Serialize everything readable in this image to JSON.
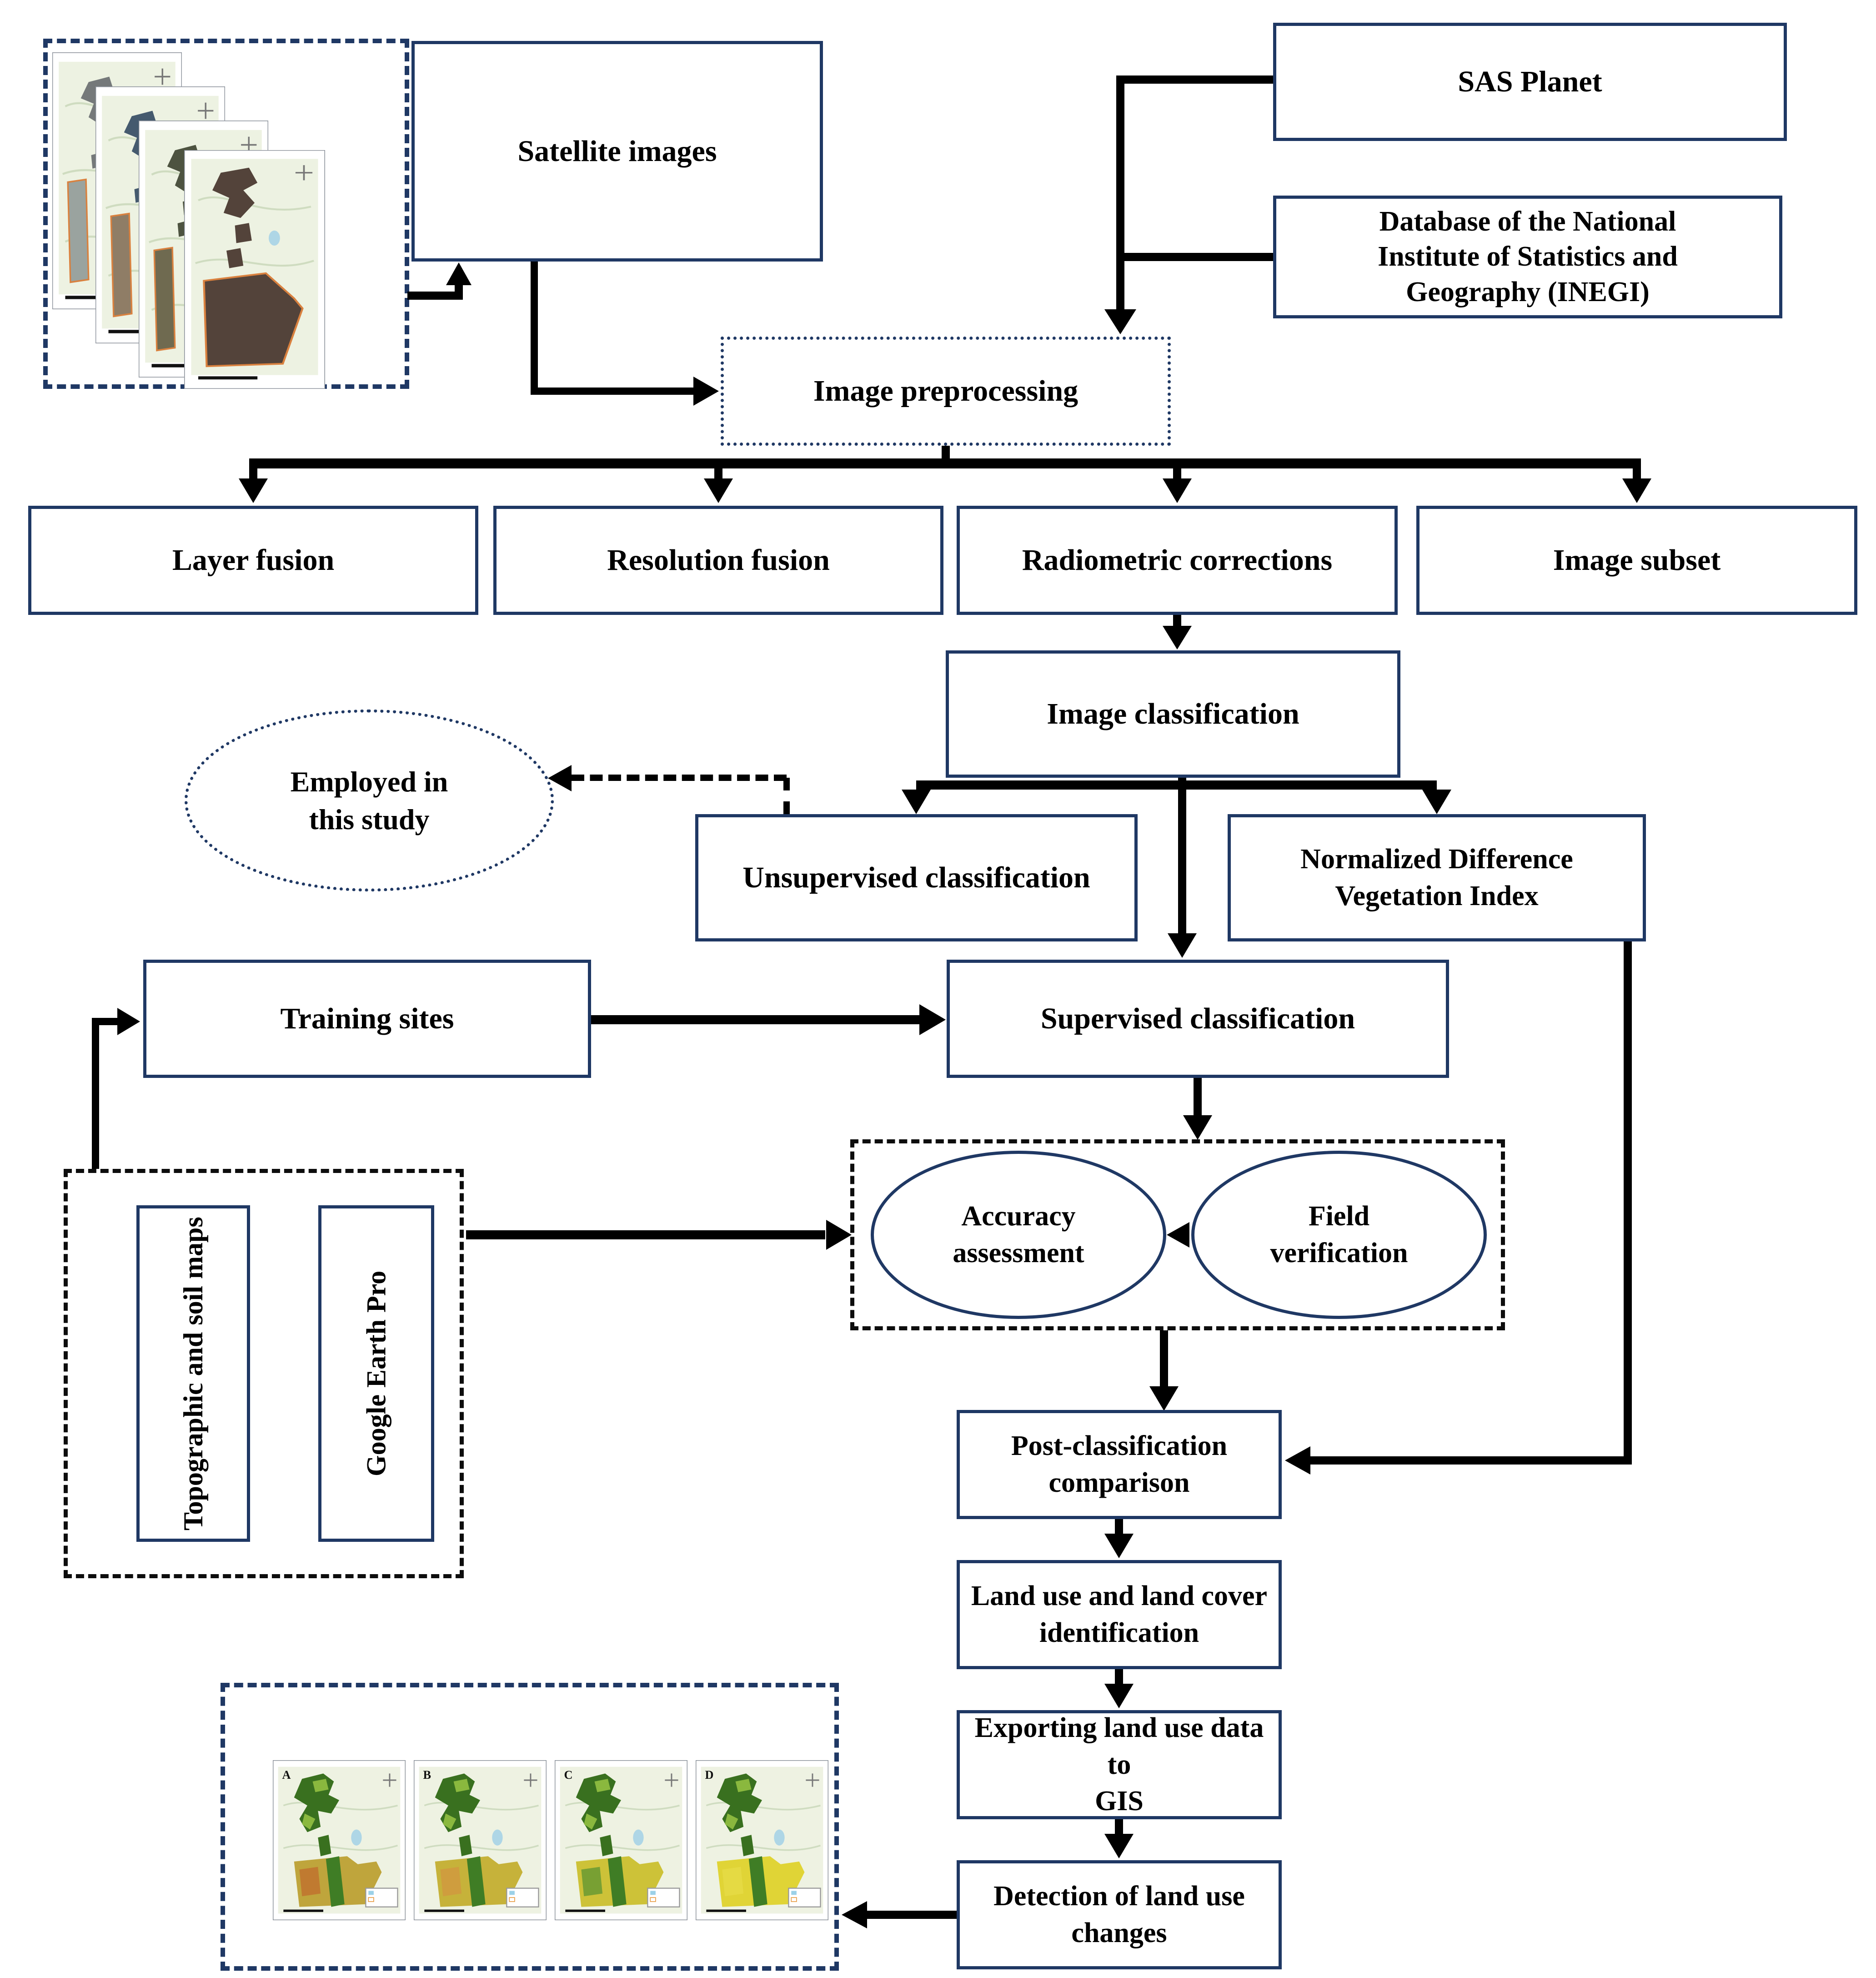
{
  "colors": {
    "navy": "#1f3864",
    "line": "#000000",
    "map_bg": "#edf2e2",
    "map_terrain": "#cfdcc0",
    "south_outline": "#d9813f",
    "forest_dark": "#39701f",
    "forest_light": "#8ab83e",
    "lake": "#aed6e6"
  },
  "nodes": {
    "satellite": {
      "label": "Satellite images"
    },
    "sas": {
      "label": "SAS Planet"
    },
    "inegi": {
      "label": "Database of the National\nInstitute of Statistics and\nGeography (INEGI)"
    },
    "preprocessing": {
      "label": "Image preprocessing"
    },
    "layer_fusion": {
      "label": "Layer fusion"
    },
    "resolution_fusion": {
      "label": "Resolution fusion"
    },
    "radiometric": {
      "label": "Radiometric corrections"
    },
    "image_subset": {
      "label": "Image subset"
    },
    "image_classification": {
      "label": "Image classification"
    },
    "employed": {
      "label": "Employed in\nthis study"
    },
    "unsupervised": {
      "label": "Unsupervised classification"
    },
    "ndvi": {
      "label": "Normalized Difference\nVegetation Index"
    },
    "training_sites": {
      "label": "Training sites"
    },
    "supervised": {
      "label": "Supervised classification"
    },
    "topographic": {
      "label": "Topographic and soil maps"
    },
    "google_earth": {
      "label": "Google Earth Pro"
    },
    "accuracy": {
      "label": "Accuracy\nassessment"
    },
    "field": {
      "label": "Field\nverification"
    },
    "post": {
      "label": "Post-classification\ncomparison"
    },
    "landuse": {
      "label": "Land use and land cover\nidentification"
    },
    "export_gis": {
      "label": "Exporting land use data to\nGIS"
    },
    "detection": {
      "label": "Detection of land use\nchanges"
    }
  },
  "maps": {
    "input_stack": {
      "cards": [
        {
          "blob": "#75797a"
        },
        {
          "blob": "#455a6e"
        },
        {
          "blob": "#4d5340"
        },
        {
          "blob": "#53433a"
        }
      ]
    },
    "result_tiles": [
      {
        "label": "A",
        "south": "#bfa53c",
        "patch": "#c0762f"
      },
      {
        "label": "B",
        "south": "#c6b23a",
        "patch": "#cf9a3f"
      },
      {
        "label": "C",
        "south": "#cdc238",
        "patch": "#6f9c33"
      },
      {
        "label": "D",
        "south": "#e0d436",
        "patch": "#e6da45"
      }
    ]
  }
}
